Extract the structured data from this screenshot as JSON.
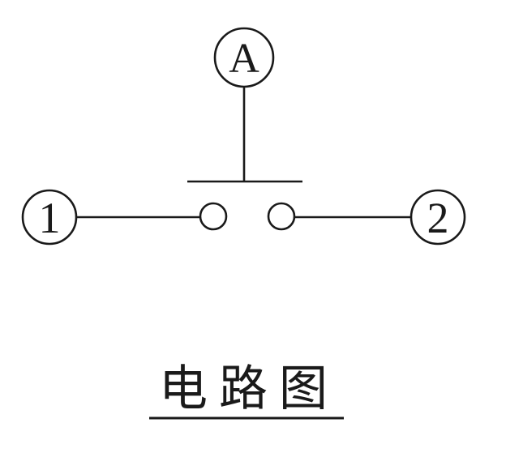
{
  "diagram": {
    "caption": "电路图",
    "terminal_a_label": "A",
    "terminal_1_label": "1",
    "terminal_2_label": "2",
    "ink_color": "#1a1a1a",
    "background_color": "#ffffff"
  }
}
